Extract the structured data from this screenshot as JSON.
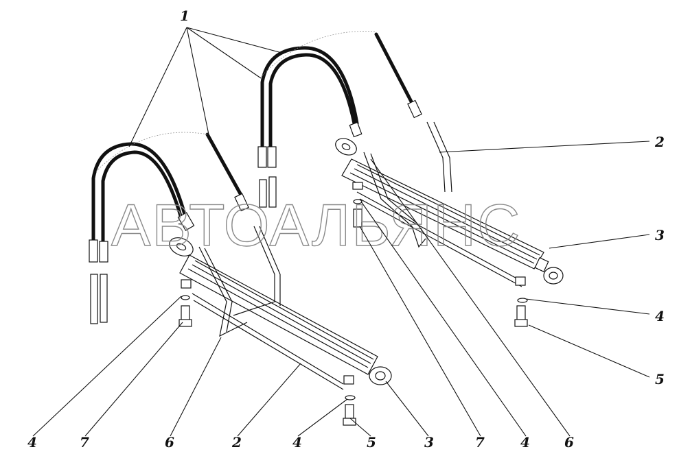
{
  "watermark": "АВТОАЛЬЯНС",
  "callouts": {
    "top_1": "1",
    "right_2": "2",
    "right_3": "3",
    "right_4": "4",
    "right_5": "5",
    "bottom_4a": "4",
    "bottom_7a": "7",
    "bottom_6a": "6",
    "bottom_2": "2",
    "bottom_4b": "4",
    "bottom_5": "5",
    "bottom_3": "3",
    "bottom_7b": "7",
    "bottom_4c": "4",
    "bottom_6b": "6"
  }
}
